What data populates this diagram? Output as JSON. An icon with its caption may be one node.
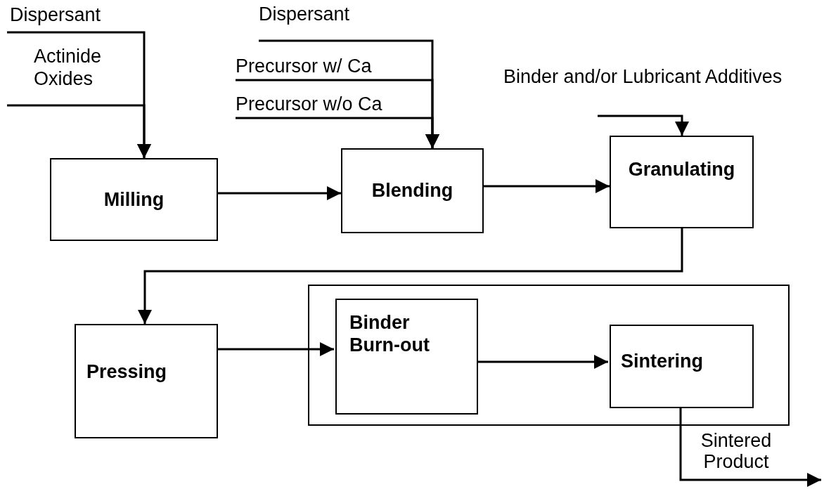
{
  "diagram": {
    "nodes": [
      {
        "text": [
          "Dispersant"
        ]
      },
      {
        "text": [
          "Actinide Oxides"
        ]
      },
      {
        "text": [
          "Milling"
        ]
      },
      {
        "text": [
          "Dispersant"
        ]
      },
      {
        "text": [
          "Precursor w/ Ca"
        ]
      },
      {
        "text": [
          "Precursor w/o Ca"
        ]
      },
      {
        "text": [
          "Blending"
        ]
      },
      {
        "text": [
          "Granulating"
        ]
      },
      {
        "text": [
          "Pressing"
        ]
      },
      {
        "text": [],
        "shape": "box"
      },
      {
        "text": [
          "Binder Burn-out"
        ],
        "in": 9
      },
      {
        "text": [
          "Sintering"
        ],
        "in": 9
      }
    ],
    "edges": [
      {
        "from": 0,
        "to": 2,
        "arrow": "to"
      },
      {
        "from": 1,
        "to": 2,
        "arrow": "to"
      },
      {
        "from": 3,
        "to": 6,
        "arrow": "to"
      },
      {
        "from": 4,
        "to": 6,
        "arrow": "to"
      },
      {
        "from": 5,
        "to": 6,
        "arrow": "to"
      },
      {
        "from": null,
        "to": 7,
        "arrow": "to"
      },
      {
        "from": 2,
        "to": 6,
        "arrow": "to"
      },
      {
        "from": 6,
        "to": 7,
        "arrow": "to"
      },
      {
        "from": 7,
        "to": 8,
        "arrow": "to"
      },
      {
        "from": 8,
        "to": 10,
        "arrow": "to"
      },
      {
        "from": 10,
        "to": 11,
        "arrow": "to"
      },
      {
        "from": 11,
        "to": null,
        "arrow": "to",
        "label": "Sintered Product"
      }
    ],
    "labels": [
      "Binder and/or Lubricant Additives"
    ]
  }
}
